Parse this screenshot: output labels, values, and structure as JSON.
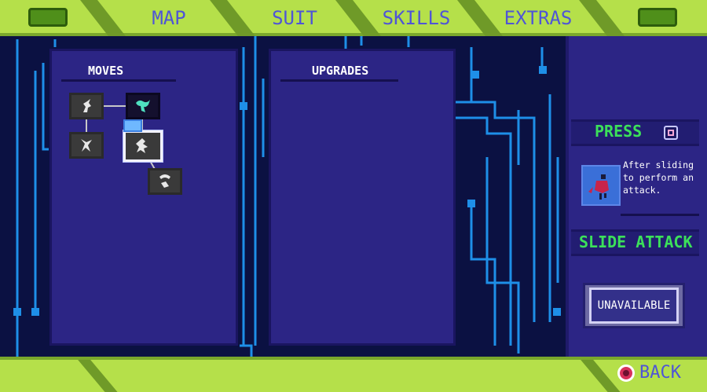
{
  "nav": {
    "tabs": [
      {
        "label": "MAP"
      },
      {
        "label": "SUIT"
      },
      {
        "label": "SKILLS"
      },
      {
        "label": "EXTRAS"
      }
    ]
  },
  "moves_panel": {
    "title": "MOVES"
  },
  "upgrades_panel": {
    "title": "UPGRADES"
  },
  "detail": {
    "press_label": "PRESS",
    "press_button_icon": "square-button-icon",
    "description": "After sliding to perform an attack.",
    "skill_name": "SLIDE ATTACK",
    "status_button": "UNAVAILABLE"
  },
  "footer": {
    "back_label": "BACK",
    "back_icon": "circle-button-icon"
  },
  "colors": {
    "bar_green": "#b5e04a",
    "tab_text": "#4f55d6",
    "panel": "#2c2585",
    "accent_green": "#3ce05a",
    "circuit_blue": "#1e8fe8"
  }
}
